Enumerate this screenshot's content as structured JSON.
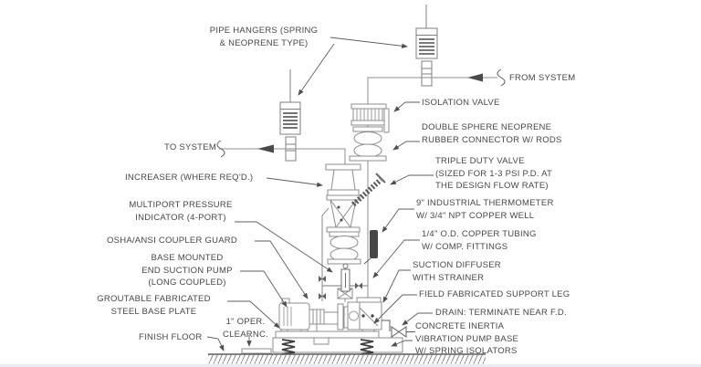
{
  "labels": {
    "pipe_hangers": "PIPE HANGERS (SPRING\n& NEOPRENE TYPE)",
    "to_system": "TO SYSTEM",
    "increaser": "INCREASER (WHERE REQ'D.)",
    "multiport_indicator": "MULTIPORT PRESSURE\nINDICATOR (4-PORT)",
    "coupler_guard": "OSHA/ANSI COUPLER GUARD",
    "pump": "BASE MOUNTED\nEND SUCTION PUMP\n(LONG COUPLED)",
    "base_plate": "GROUTABLE FABRICATED\nSTEEL BASE PLATE",
    "oper_clearance": "1\" OPER.\nCLEARNC.",
    "finish_floor": "FINISH FLOOR",
    "from_system": "FROM SYSTEM",
    "isolation_valve": "ISOLATION VALVE",
    "rubber_connector": "DOUBLE SPHERE NEOPRENE\nRUBBER CONNECTOR W/ RODS",
    "triple_duty_valve": "TRIPLE DUTY VALVE\n(SIZED FOR 1-3 PSI P.D. AT\nTHE DESIGN FLOW RATE)",
    "thermometer": "9\" INDUSTRIAL THERMOMETER\nW/ 3/4\" NPT COPPER WELL",
    "copper_tubing": "1/4\" O.D. COPPER TUBING\nW/ COMP. FITTINGS",
    "suction_diffuser": "SUCTION DIFFUSER\nWITH STRAINER",
    "support_leg": "FIELD FABRICATED SUPPORT LEG",
    "drain": "DRAIN: TERMINATE NEAR F.D.",
    "inertia_base": "CONCRETE INERTIA\nVIBRATION PUMP BASE\nW/ SPRING ISOLATORS"
  },
  "colors": {
    "line": "#8d8d8d",
    "dark": "#4a4a4a",
    "text": "#474747",
    "floor_hatch": "#8a8a8a"
  }
}
